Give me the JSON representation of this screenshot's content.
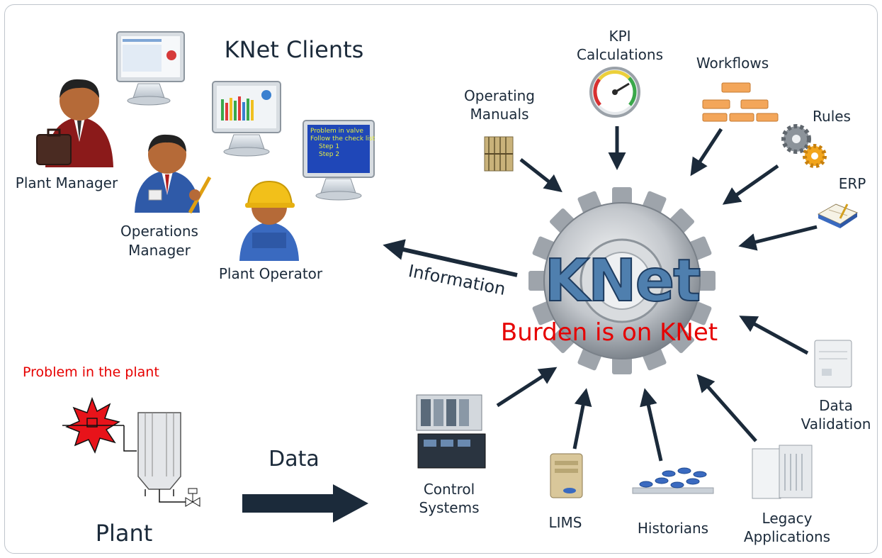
{
  "title": "KNet Clients",
  "center": {
    "logo_text": "KNet",
    "tagline": "Burden is on KNet"
  },
  "clients": [
    {
      "name": "Plant Manager"
    },
    {
      "name": "Operations Manager"
    },
    {
      "name": "Plant Operator"
    }
  ],
  "monitor_text": {
    "line1": "Problem in valve",
    "line2": "Follow the check list",
    "line3": "Step 1",
    "line4": "Step 2"
  },
  "inputs": {
    "operating_manuals": "Operating Manuals",
    "kpi": "KPI Calculations",
    "workflows": "Workflows",
    "rules": "Rules",
    "erp": "ERP",
    "data_validation": "Data Validation",
    "legacy": "Legacy Applications",
    "historians": "Historians",
    "lims": "LIMS",
    "control_systems": "Control Systems"
  },
  "information_label": "Information",
  "data_label": "Data",
  "plant": {
    "problem": "Problem in the plant",
    "label": "Plant"
  },
  "colors": {
    "arrow": "#1b2a3a",
    "red": "#e60000",
    "gear": "#c9ccd0",
    "knet_text": "#4f7fae"
  }
}
